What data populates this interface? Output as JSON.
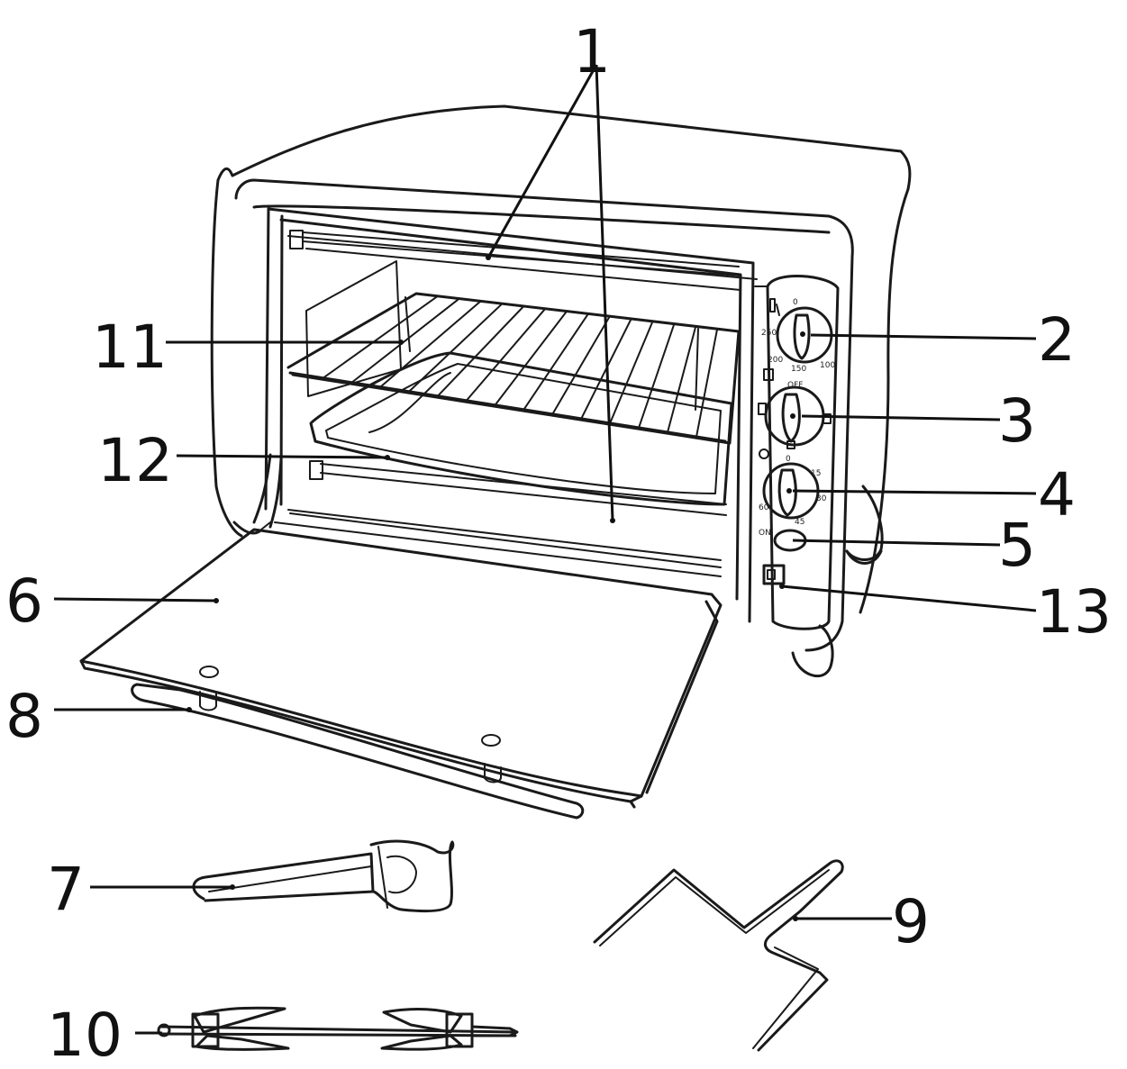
{
  "callouts": [
    {
      "id": "1",
      "text": "1"
    },
    {
      "id": "2",
      "text": "2"
    },
    {
      "id": "3",
      "text": "3"
    },
    {
      "id": "4",
      "text": "4"
    },
    {
      "id": "5",
      "text": "5"
    },
    {
      "id": "6",
      "text": "6"
    },
    {
      "id": "7",
      "text": "7"
    },
    {
      "id": "8",
      "text": "8"
    },
    {
      "id": "9",
      "text": "9"
    },
    {
      "id": "10",
      "text": "10"
    },
    {
      "id": "11",
      "text": "11"
    },
    {
      "id": "12",
      "text": "12"
    },
    {
      "id": "13",
      "text": "13"
    }
  ],
  "dial_marks": {
    "temp": [
      "0",
      "100",
      "150",
      "200",
      "250"
    ],
    "function": [
      "OFF"
    ],
    "timer": [
      "0",
      "15",
      "30",
      "45",
      "60"
    ],
    "lamp": "ON"
  }
}
